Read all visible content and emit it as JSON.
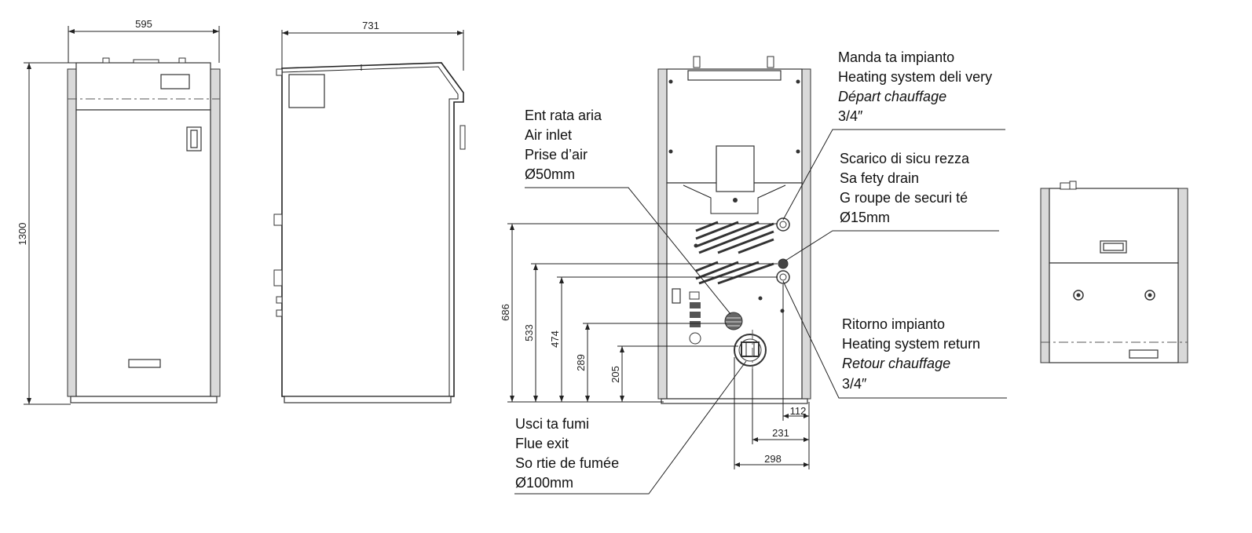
{
  "dimensions": {
    "front_width": "595",
    "side_depth": "731",
    "height": "1300",
    "h686": "686",
    "h533": "533",
    "h474": "474",
    "h289": "289",
    "h205": "205",
    "w112": "112",
    "w231": "231",
    "w298": "298"
  },
  "labels": {
    "heating_delivery": [
      "Manda ta impianto",
      "Heating system deli very",
      "Départ chauffage",
      "3/4″"
    ],
    "air_inlet": [
      "Ent rata aria",
      "Air inlet",
      "Prise  d’air",
      "Ø50mm"
    ],
    "safety_drain": [
      "Scarico di sicu     rezza",
      "Sa fety drain",
      "G roupe de securi    té",
      "Ø15mm"
    ],
    "heating_return": [
      "Ritorno impianto",
      "Heating  system  return",
      "Retour chauffage",
      "3/4″"
    ],
    "flue_exit": [
      "Usci ta fumi",
      "Flue  exit",
      "So rtie de fumée",
      "Ø100mm"
    ]
  }
}
